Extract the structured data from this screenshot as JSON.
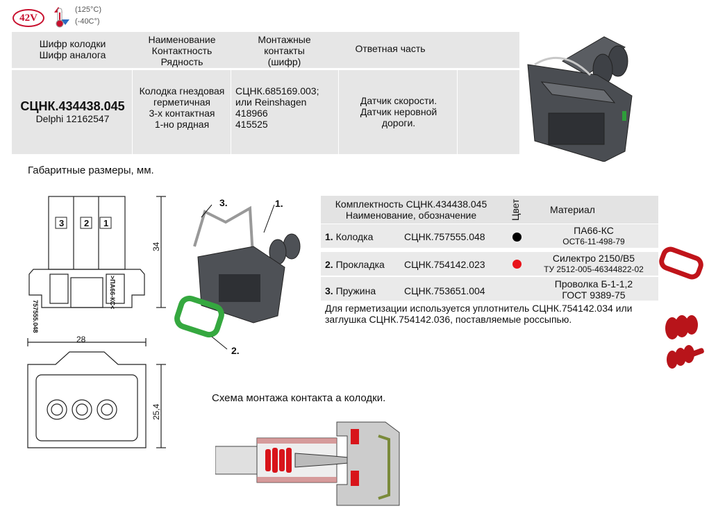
{
  "badges": {
    "voltage": "42V",
    "temp_high": "(125°C)",
    "temp_low": "(-40C°)"
  },
  "spec_table": {
    "headers": {
      "col1": [
        "Шифр колодки",
        "Шифр аналога"
      ],
      "col2": [
        "Наименование",
        "Контактность",
        "Рядность"
      ],
      "col3": [
        "Монтажные",
        "контакты",
        "(шифр)"
      ],
      "col4": "Ответная часть"
    },
    "row": {
      "code": "СЦНК.434438.045",
      "analog": "Delphi 12162547",
      "name": [
        "Колодка гнездовая",
        "герметичная",
        "3-х контактная",
        "1-но рядная"
      ],
      "contacts": [
        "СЦНК.685169.003;",
        "или Reinshagen",
        "418966",
        "415525"
      ],
      "mate": [
        "Датчик скорости.",
        "Датчик неровной",
        "дороги."
      ]
    }
  },
  "dimensions": {
    "title": "Габаритные размеры, мм.",
    "height_top": "34",
    "width": "28",
    "height_bottom": "25,4",
    "cavity_labels": [
      "3",
      "2",
      "1"
    ],
    "label_left": "757555.048",
    "label_right": ">ПА66-КС<"
  },
  "callouts": {
    "c1": "1.",
    "c2": "2.",
    "c3": "3."
  },
  "kit_table": {
    "header_line1": "Комплектность СЦНК.434438.045",
    "header_line2": "Наименование, обозначение",
    "header_color": "Цвет",
    "header_material": "Материал",
    "rows": [
      {
        "num": "1.",
        "name": "Колодка",
        "code": "СЦНК.757555.048",
        "color": "#000000",
        "mat1": "ПА66-КС",
        "mat2": "ОСТ6-11-498-79"
      },
      {
        "num": "2.",
        "name": "Прокладка",
        "code": "СЦНК.754142.023",
        "color": "#e8141b",
        "mat1": "Силектро 2150/В5",
        "mat2": "ТУ 2512-005-46344822-02"
      },
      {
        "num": "3.",
        "name": "Пружина",
        "code": "СЦНК.753651.004",
        "color": "",
        "mat1": "Проволка Б-1-1,2",
        "mat2": "ГОСТ 9389-75"
      }
    ]
  },
  "note": {
    "line1": "Для герметизации используется уплотнитель СЦНК.754142.034 или",
    "line2": "заглушка СЦНК.754142.036, поставляемые россыпью."
  },
  "assembly": {
    "title": "Схема монтажа контакта а колодки."
  }
}
